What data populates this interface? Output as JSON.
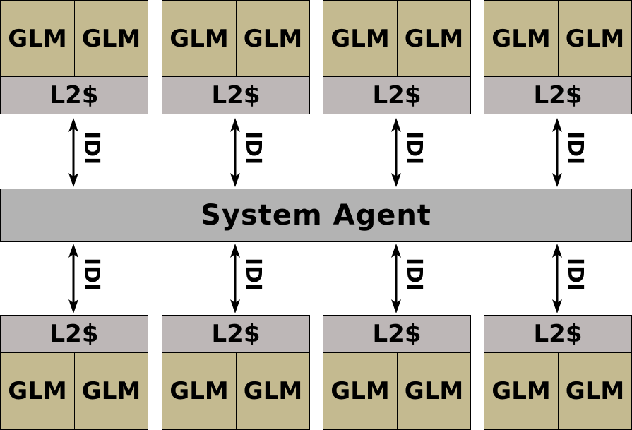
{
  "system_agent": {
    "label": "System Agent"
  },
  "top_modules": [
    {
      "cores": [
        "GLM",
        "GLM"
      ],
      "cache": "L2$",
      "link": "IDI"
    },
    {
      "cores": [
        "GLM",
        "GLM"
      ],
      "cache": "L2$",
      "link": "IDI"
    },
    {
      "cores": [
        "GLM",
        "GLM"
      ],
      "cache": "L2$",
      "link": "IDI"
    },
    {
      "cores": [
        "GLM",
        "GLM"
      ],
      "cache": "L2$",
      "link": "IDI"
    }
  ],
  "bottom_modules": [
    {
      "cores": [
        "GLM",
        "GLM"
      ],
      "cache": "L2$",
      "link": "IDI"
    },
    {
      "cores": [
        "GLM",
        "GLM"
      ],
      "cache": "L2$",
      "link": "IDI"
    },
    {
      "cores": [
        "GLM",
        "GLM"
      ],
      "cache": "L2$",
      "link": "IDI"
    },
    {
      "cores": [
        "GLM",
        "GLM"
      ],
      "cache": "L2$",
      "link": "IDI"
    }
  ],
  "colors": {
    "core_fill": "#c4ba90",
    "cache_fill": "#bdb7b7",
    "agent_fill": "#b3b3b3",
    "stroke": "#000000"
  }
}
